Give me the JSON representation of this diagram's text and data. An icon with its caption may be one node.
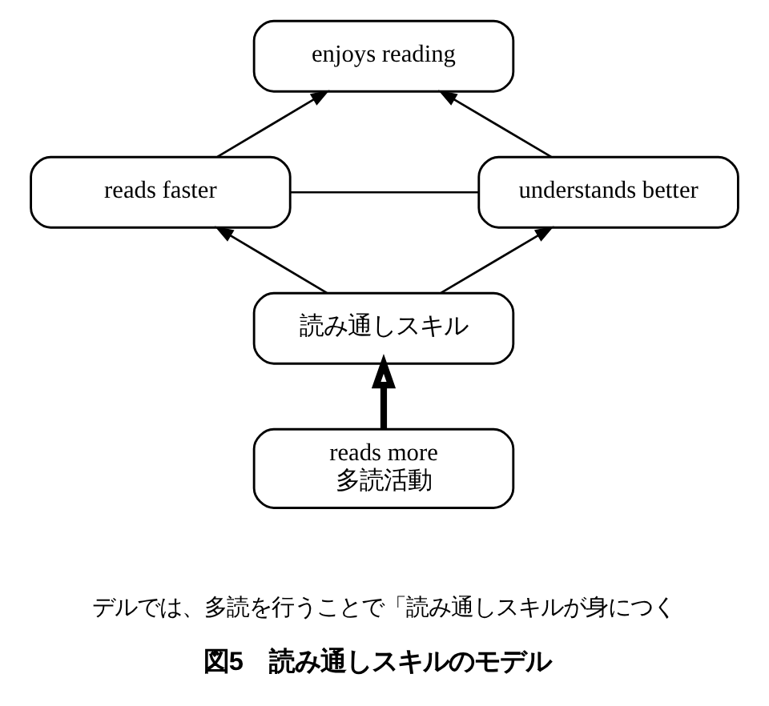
{
  "diagram": {
    "caption": "図5　読み通しスキルのモデル",
    "nodes": [
      {
        "text": [
          "enjoys reading"
        ]
      },
      {
        "text": [
          "reads faster"
        ]
      },
      {
        "text": [
          "understands better"
        ]
      },
      {
        "text": [
          "読み通しスキル"
        ]
      },
      {
        "text": [
          "reads more",
          "多読活動"
        ]
      }
    ],
    "edges": [
      {
        "from": 1,
        "to": 0,
        "arrow": "to"
      },
      {
        "from": 2,
        "to": 0,
        "arrow": "to"
      },
      {
        "from": 1,
        "to": 2,
        "arrow": "none"
      },
      {
        "from": 3,
        "to": 1,
        "arrow": "to"
      },
      {
        "from": 3,
        "to": 2,
        "arrow": "to"
      },
      {
        "from": 4,
        "to": 3,
        "arrow": "to",
        "style": "thick"
      }
    ],
    "labels": [
      "デルでは、多読を行うことで「読み通しスキルが身につく"
    ]
  }
}
